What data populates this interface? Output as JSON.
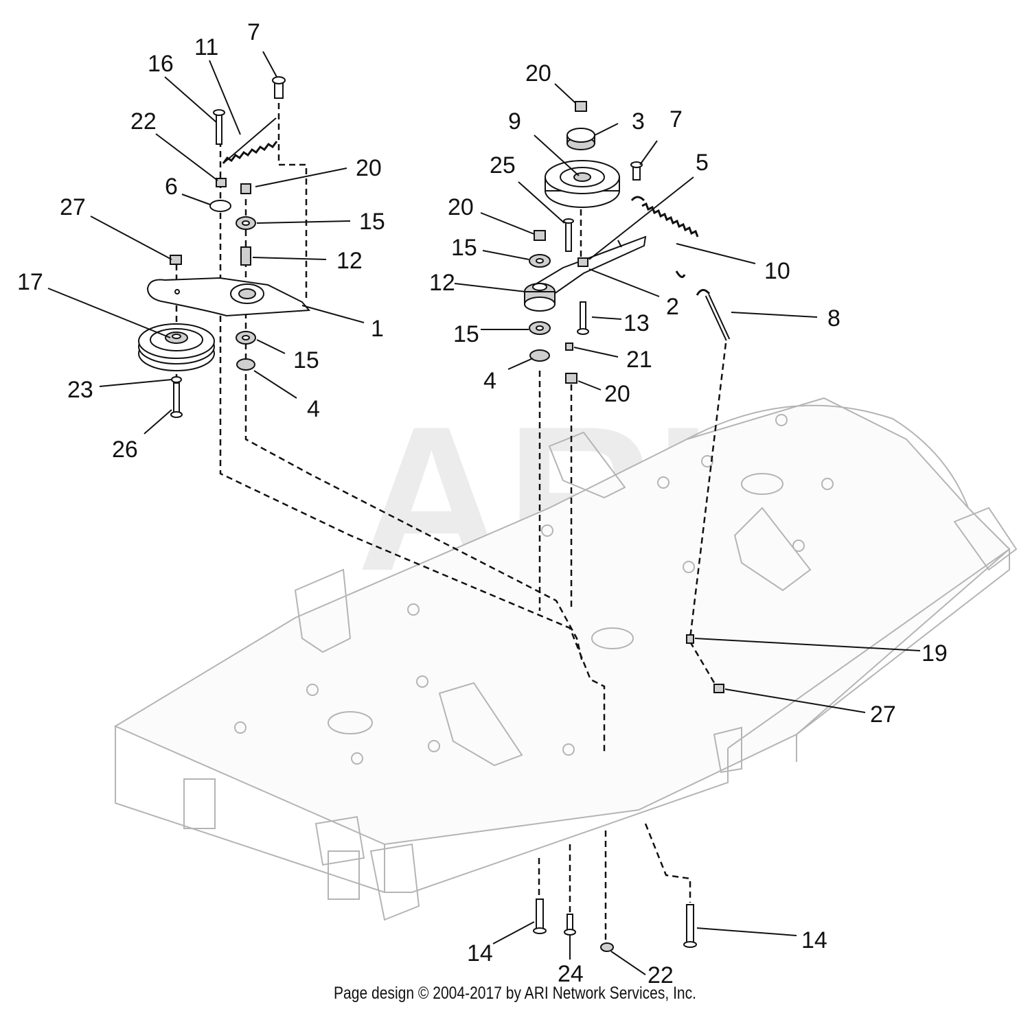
{
  "watermark": "ARI",
  "footer": "Page design © 2004-2017 by ARI Network Services, Inc.",
  "callouts": {
    "c1": "1",
    "c2": "2",
    "c3": "3",
    "c4a": "4",
    "c4b": "4",
    "c5": "5",
    "c6": "6",
    "c7a": "7",
    "c7b": "7",
    "c8": "8",
    "c9": "9",
    "c10": "10",
    "c11": "11",
    "c12a": "12",
    "c12b": "12",
    "c13": "13",
    "c14a": "14",
    "c14b": "14",
    "c15a": "15",
    "c15b": "15",
    "c15c": "15",
    "c15d": "15",
    "c16": "16",
    "c17": "17",
    "c19": "19",
    "c20a": "20",
    "c20b": "20",
    "c20c": "20",
    "c20d": "20",
    "c21": "21",
    "c22a": "22",
    "c22b": "22",
    "c23": "23",
    "c24": "24",
    "c25": "25",
    "c26": "26",
    "c27a": "27",
    "c27b": "27"
  }
}
